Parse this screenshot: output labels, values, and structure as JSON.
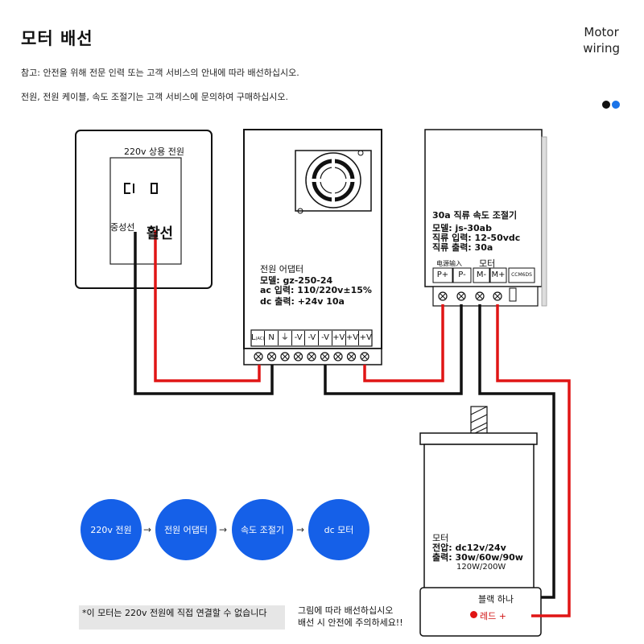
{
  "header": {
    "title": "모터 배선",
    "brand_line1": "Motor",
    "brand_line2": "wiring",
    "note1": "참고: 안전을 위해 전문 인력 또는 고객 서비스의 안내에 따라 배선하십시오.",
    "note2": "전원, 전원 케이블, 속도 조절기는 고객 서비스에 문의하여 구매하십시오.",
    "dot_colors": [
      "#111111",
      "#1a73e8"
    ]
  },
  "outlet": {
    "label": "220v 상용 전원",
    "neutral_label": "중성선",
    "live_label": "활선"
  },
  "power_adapter": {
    "name": "전원 어댑터",
    "model": "모델: gz-250-24",
    "ac_input": "ac 입력: 110/220v±15%",
    "dc_output": "dc 출력: +24v 10a",
    "terminals": [
      "L",
      "N",
      "⏚",
      "-V",
      "-V",
      "-V",
      "+V",
      "+V",
      "+V"
    ],
    "terminal_sub": "(AC)"
  },
  "speed_controller": {
    "name": "30a 직류 속도 조절기",
    "model": "모델: js-30ab",
    "dc_input": "직류 입력: 12-50vdc",
    "dc_output": "직류 출력: 30a",
    "power_input_label": "电源输入",
    "motor_label": "모터",
    "terminals": [
      "P+",
      "P-",
      "M-",
      "M+"
    ],
    "extra_terminal": "CCM6DS"
  },
  "motor": {
    "name": "모터",
    "voltage": "전압: dc12v/24v",
    "output": "출력: 30w/60w/90w",
    "output2": "120W/200W",
    "black_wire_label": "블랙 하나",
    "red_wire_label": "레드 +"
  },
  "flow": {
    "steps": [
      "220v 전원",
      "전원 어댑터",
      "속도 조절기",
      "dc 모터"
    ],
    "arrow": "→"
  },
  "footer": {
    "warning": "*이 모터는 220v 전원에 직접 연결할 수 없습니다",
    "instruction1": "그림에 따라 배선하십시오",
    "instruction2": "배선 시 안전에 주의하세요!!"
  },
  "colors": {
    "wire_red": "#e01515",
    "wire_black": "#111111",
    "flow_blue": "#1560e8"
  }
}
